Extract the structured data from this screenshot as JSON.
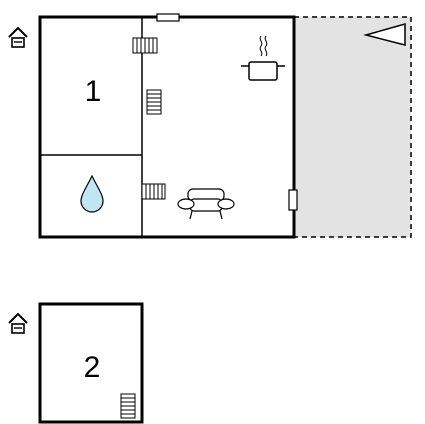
{
  "floors": [
    {
      "name": "floor-1",
      "rooms": [
        {
          "id": "bedroom-1",
          "label": "1",
          "type": "bedroom"
        },
        {
          "id": "bathroom",
          "label": "",
          "type": "bathroom",
          "icon": "water-drop-icon"
        },
        {
          "id": "living-kitchen",
          "label": "",
          "type": "living-kitchen",
          "icons": [
            "cooking-pot-icon",
            "armchair-icon"
          ]
        },
        {
          "id": "terrace",
          "label": "",
          "type": "terrace",
          "icon": "direction-triangle-icon"
        }
      ],
      "icons": [
        "house-icon",
        "radiator-icon",
        "radiator-icon",
        "radiator-icon"
      ]
    },
    {
      "name": "floor-2",
      "rooms": [
        {
          "id": "bedroom-2",
          "label": "2",
          "type": "bedroom"
        }
      ],
      "icons": [
        "house-icon",
        "radiator-icon"
      ]
    }
  ],
  "colors": {
    "wall": "#000000",
    "terrace_fill": "#e3e3e3",
    "water": "#bfe6f2",
    "background": "#ffffff"
  }
}
